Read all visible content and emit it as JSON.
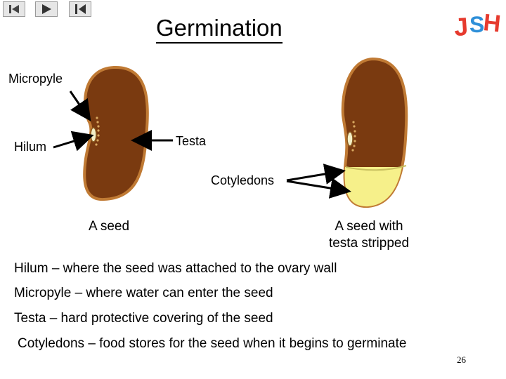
{
  "nav": {
    "first_icon": "first-slide-icon",
    "prev_icon": "previous-slide-icon",
    "next_icon": "next-slide-icon",
    "last_icon": "last-slide-icon"
  },
  "title": "Germination",
  "logo": {
    "text": "JSH",
    "colors": {
      "j": "#e63a2e",
      "s": "#2e8fd8",
      "h": "#e63a2e"
    }
  },
  "labels": {
    "micropyle": "Micropyle",
    "hilum": "Hilum",
    "testa": "Testa",
    "cotyledons": "Cotyledons"
  },
  "captions": {
    "seed": "A seed",
    "stripped_line1": "A seed with",
    "stripped_line2": "testa stripped"
  },
  "definitions": [
    {
      "term": "Hilum",
      "text": " – where the seed was attached to the ovary wall"
    },
    {
      "term": "Micropyle",
      "text": " – where water can enter the seed"
    },
    {
      "term": "Testa",
      "text": " – hard protective covering of the seed"
    },
    {
      "term": "Cotyledons",
      "text": " – food stores for the seed when it begins to germinate"
    }
  ],
  "page_number": "26",
  "colors": {
    "testa": "#7a3a10",
    "testa_outline": "#b06a2a",
    "cotyledon": "#f6f08a"
  }
}
